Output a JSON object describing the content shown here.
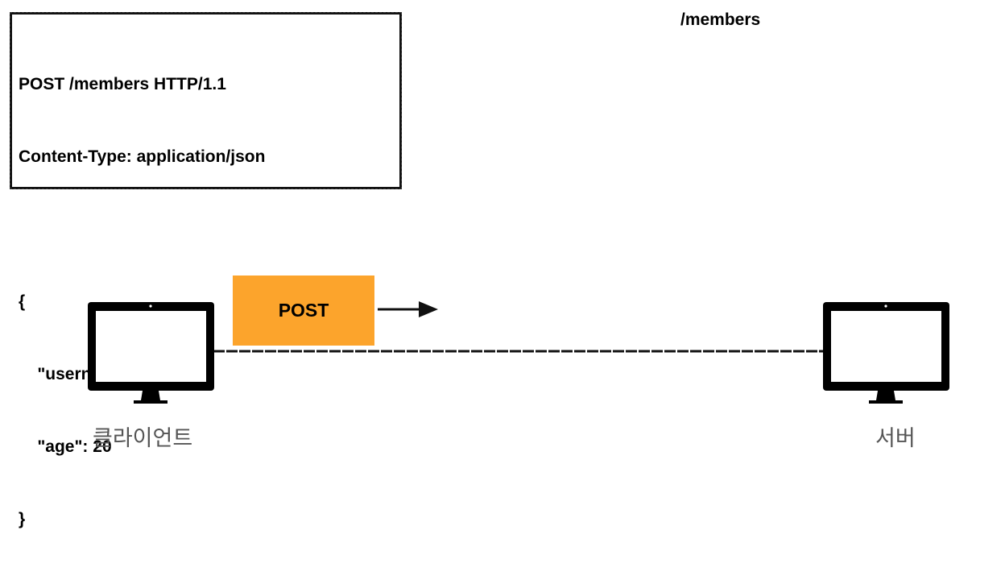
{
  "request": {
    "lines": [
      "POST /members HTTP/1.1",
      "Content-Type: application/json",
      "",
      "{",
      "    \"username\": \"young\",",
      "    \"age\": 20",
      "}"
    ]
  },
  "resource_path": "/members",
  "method_label": "POST",
  "client_label": "클라이언트",
  "server_label": "서버",
  "colors": {
    "method_box": "#FCA42C",
    "line": "#111111",
    "monitor": "#000000",
    "node_text": "#555555"
  },
  "icons": [
    "monitor-icon",
    "arrow-right-icon"
  ]
}
